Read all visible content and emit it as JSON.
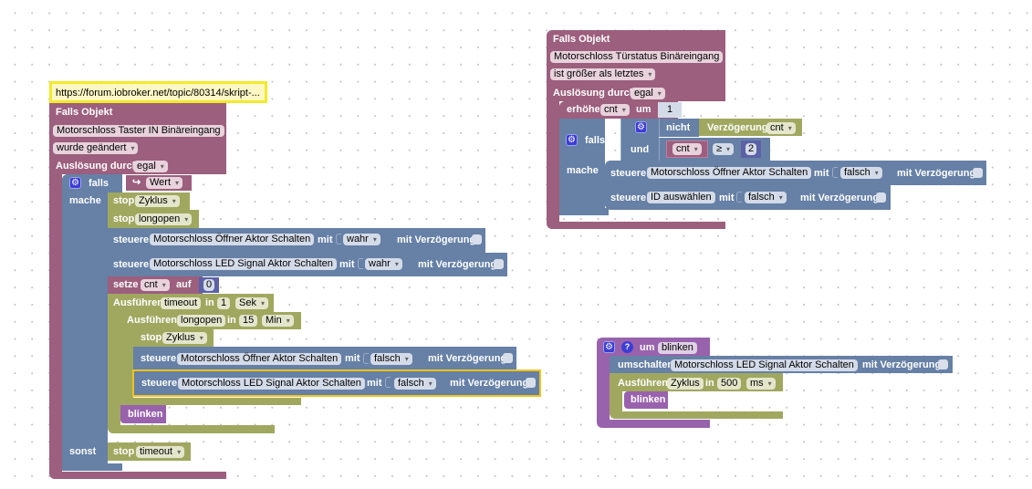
{
  "script1": {
    "comment": "https://forum.iobroker.net/topic/80314/skript-...",
    "trigger": {
      "title": "Falls Objekt",
      "object": "Motorschloss Taster IN Binäreingang",
      "condition": "wurde geändert",
      "source_label": "Auslösung durch",
      "source_value": "egal"
    },
    "if_block": {
      "if_label": "falls",
      "do_label": "mache",
      "else_label": "sonst",
      "condition_value": "Wert",
      "statements": {
        "stop1": {
          "label": "stop",
          "value": "Zyklus"
        },
        "stop2": {
          "label": "stop",
          "value": "longopen"
        },
        "control1": {
          "label": "steuere",
          "object": "Motorschloss Öffner Aktor Schalten",
          "with": "mit",
          "value": "wahr",
          "delay_label": "mit Verzögerung"
        },
        "control2": {
          "label": "steuere",
          "object": "Motorschloss LED Signal Aktor Schalten",
          "with": "mit",
          "value": "wahr",
          "delay_label": "mit Verzögerung"
        },
        "set": {
          "label": "setze",
          "var": "cnt",
          "to": "auf",
          "value": "0"
        },
        "timeout1": {
          "label": "Ausführen",
          "name": "timeout",
          "in": "in",
          "value": "1",
          "unit": "Sek"
        },
        "timeout2": {
          "label": "Ausführen",
          "name": "longopen",
          "in": "in",
          "value": "15",
          "unit": "Min"
        },
        "stop3": {
          "label": "stop",
          "value": "Zyklus"
        },
        "control3": {
          "label": "steuere",
          "object": "Motorschloss Öffner Aktor Schalten",
          "with": "mit",
          "value": "falsch",
          "delay_label": "mit Verzögerung"
        },
        "control4": {
          "label": "steuere",
          "object": "Motorschloss LED Signal Aktor Schalten",
          "with": "mit",
          "value": "falsch",
          "delay_label": "mit Verzögerung"
        },
        "call": {
          "label": "blinken"
        },
        "else_stop": {
          "label": "stop",
          "value": "timeout"
        }
      }
    }
  },
  "script2": {
    "trigger": {
      "title": "Falls Objekt",
      "object": "Motorschloss Türstatus Binäreingang",
      "condition": "ist größer als letztes",
      "source_label": "Auslösung durch",
      "source_value": "egal"
    },
    "increment": {
      "label": "erhöhe",
      "var": "cnt",
      "by": "um",
      "value": "1"
    },
    "if_block": {
      "if_label": "falls",
      "do_label": "mache",
      "not_label": "nicht",
      "and_label": "und",
      "delay_label": "Verzögerung",
      "delay_var": "cnt",
      "compare_var": "cnt",
      "compare_op": "≥",
      "compare_value": "2",
      "control1": {
        "label": "steuere",
        "object": "Motorschloss Öffner Aktor Schalten",
        "with": "mit",
        "value": "falsch",
        "delay_label": "mit Verzögerung"
      },
      "control2": {
        "label": "steuere",
        "object": "ID auswählen",
        "with": "mit",
        "value": "falsch",
        "delay_label": "mit Verzögerung"
      }
    }
  },
  "function": {
    "help": "?",
    "to_label": "um",
    "name": "blinken",
    "toggle": {
      "label": "umschalten",
      "object": "Motorschloss LED Signal Aktor Schalten",
      "delay_label": "mit Verzögerung"
    },
    "interval": {
      "label": "Ausführen",
      "name": "Zyklus",
      "in": "in",
      "value": "500",
      "unit": "ms"
    },
    "call": {
      "label": "blinken"
    }
  },
  "colors": {
    "trigger": "#9c5f7d",
    "logic": "#6680a6",
    "timer": "#a0a860",
    "procedure": "#9962ad",
    "math": "#5c61a6",
    "comment_border": "#f2ea2b",
    "selected": "#f0c419"
  }
}
